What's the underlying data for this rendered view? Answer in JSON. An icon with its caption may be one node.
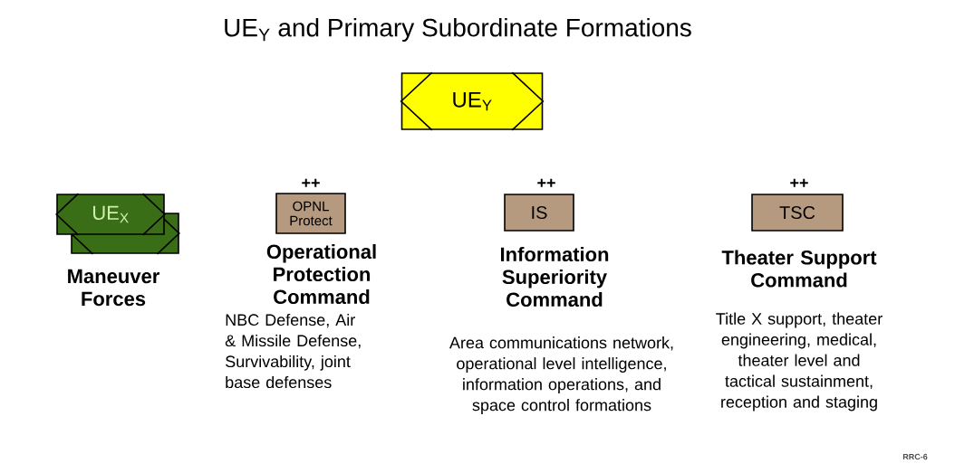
{
  "diagram": {
    "title": "UE$_{Y}$ and Primary Subordinate Formations",
    "nodes": [
      {
        "text": [
          "UE$_{Y}$"
        ]
      },
      {
        "text": [
          "UE$_{X}$"
        ]
      },
      {
        "text": [],
        "shape": "box",
        "beside": [
          "Maneuver Forces"
        ]
      },
      {
        "text": [
          "OPNL Protect"
        ],
        "beside": [
          "++",
          "Operational Protection Command",
          "NBC Defense, Air & Missile Defense, Survivability, joint base defenses"
        ]
      },
      {
        "text": [
          "IS"
        ],
        "beside": [
          "++",
          "Information Superiority Command",
          "Area communications network, operational level intelligence, information operations, and space control formations"
        ]
      },
      {
        "text": [
          "TSC"
        ],
        "beside": [
          "++",
          "Theater Support Command",
          "Title X support, theater engineering, medical, theater level and tactical sustainment, reception and staging"
        ]
      }
    ],
    "labels": [
      "RRC-6"
    ]
  }
}
